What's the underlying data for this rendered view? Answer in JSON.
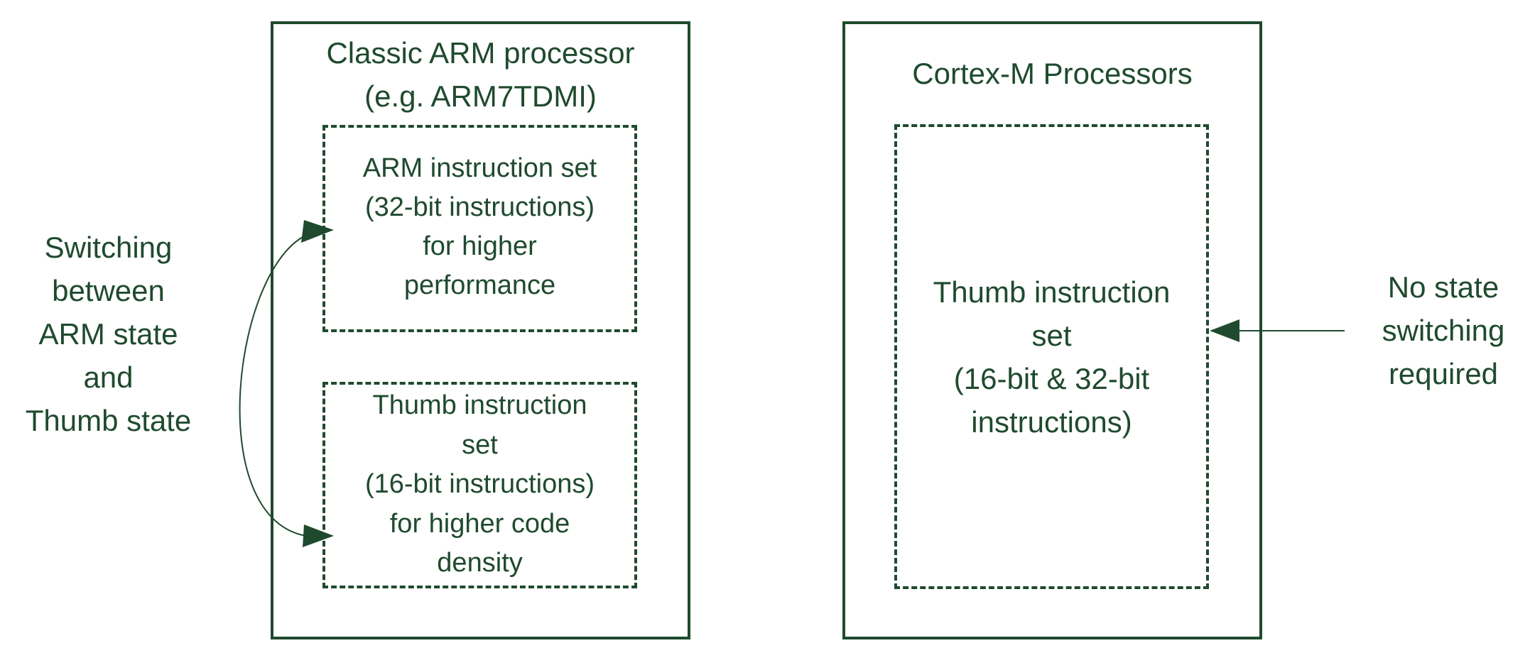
{
  "diagram": {
    "left_label": "Switching\nbetween\nARM state\nand\nThumb state",
    "classic_box": {
      "title": "Classic ARM processor\n(e.g. ARM7TDMI)",
      "arm_set": "ARM instruction set\n(32-bit instructions)\nfor higher\nperformance",
      "thumb_set": "Thumb instruction\nset\n(16-bit instructions)\nfor higher code\ndensity"
    },
    "cortex_box": {
      "title": "Cortex-M Processors",
      "thumb_set": "Thumb instruction\nset\n(16-bit & 32-bit\ninstructions)"
    },
    "right_label": "No state\nswitching\nrequired"
  },
  "colors": {
    "stroke": "#1f4a2e",
    "text": "#1f4a2e"
  }
}
